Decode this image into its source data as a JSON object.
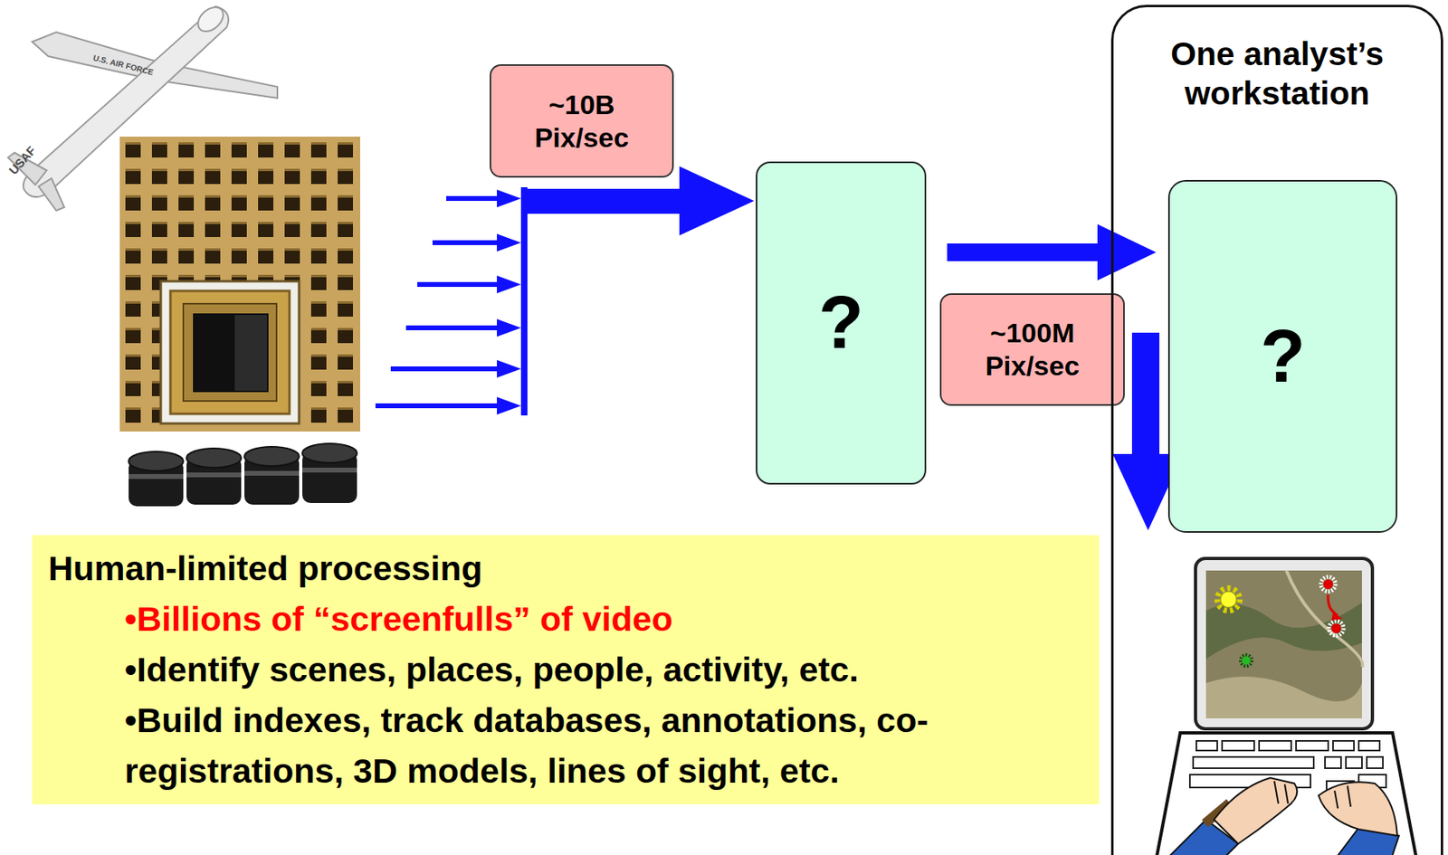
{
  "diagram": {
    "nodes": [
      {
        "text": [
          "~10B Pix/sec"
        ]
      },
      {
        "text": [
          "?"
        ]
      },
      {
        "text": [
          "~100M Pix/sec"
        ]
      },
      {
        "text": [
          "One analyst’s workstation"
        ]
      },
      {
        "text": [
          "?"
        ],
        "in": 3
      },
      {
        "text": [
          "Human-limited processing",
          "•Billions of “screenfulls” of video",
          "•Identify scenes, places, people, activity, etc.",
          "•Build indexes, track databases, annotations, co-registrations, 3D models, lines of sight, etc."
        ]
      }
    ],
    "edges": [
      {
        "from": 1,
        "to": 4,
        "arrow": "to"
      }
    ],
    "labels": [
      "USAF",
      "U.S. AIR FORCE"
    ]
  }
}
